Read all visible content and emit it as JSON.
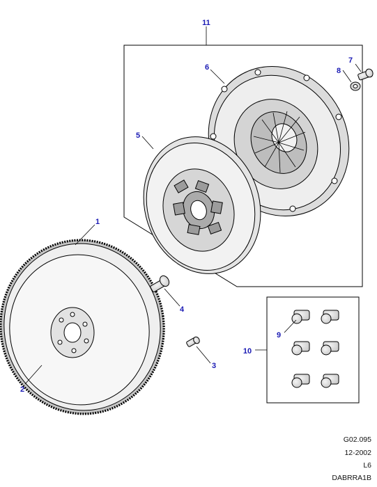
{
  "callouts": {
    "c1": "1",
    "c2": "2",
    "c3": "3",
    "c4": "4",
    "c5": "5",
    "c6": "6",
    "c7": "7",
    "c8": "8",
    "c9": "9",
    "c10": "10",
    "c11": "11"
  },
  "reference": {
    "figure": "G02.095",
    "date": "12-2002",
    "variant": "L6",
    "code": "DABRRA1B"
  },
  "colors": {
    "callout": "#1a1ab4",
    "line": "#000000",
    "shade": "#cfcfcf"
  }
}
